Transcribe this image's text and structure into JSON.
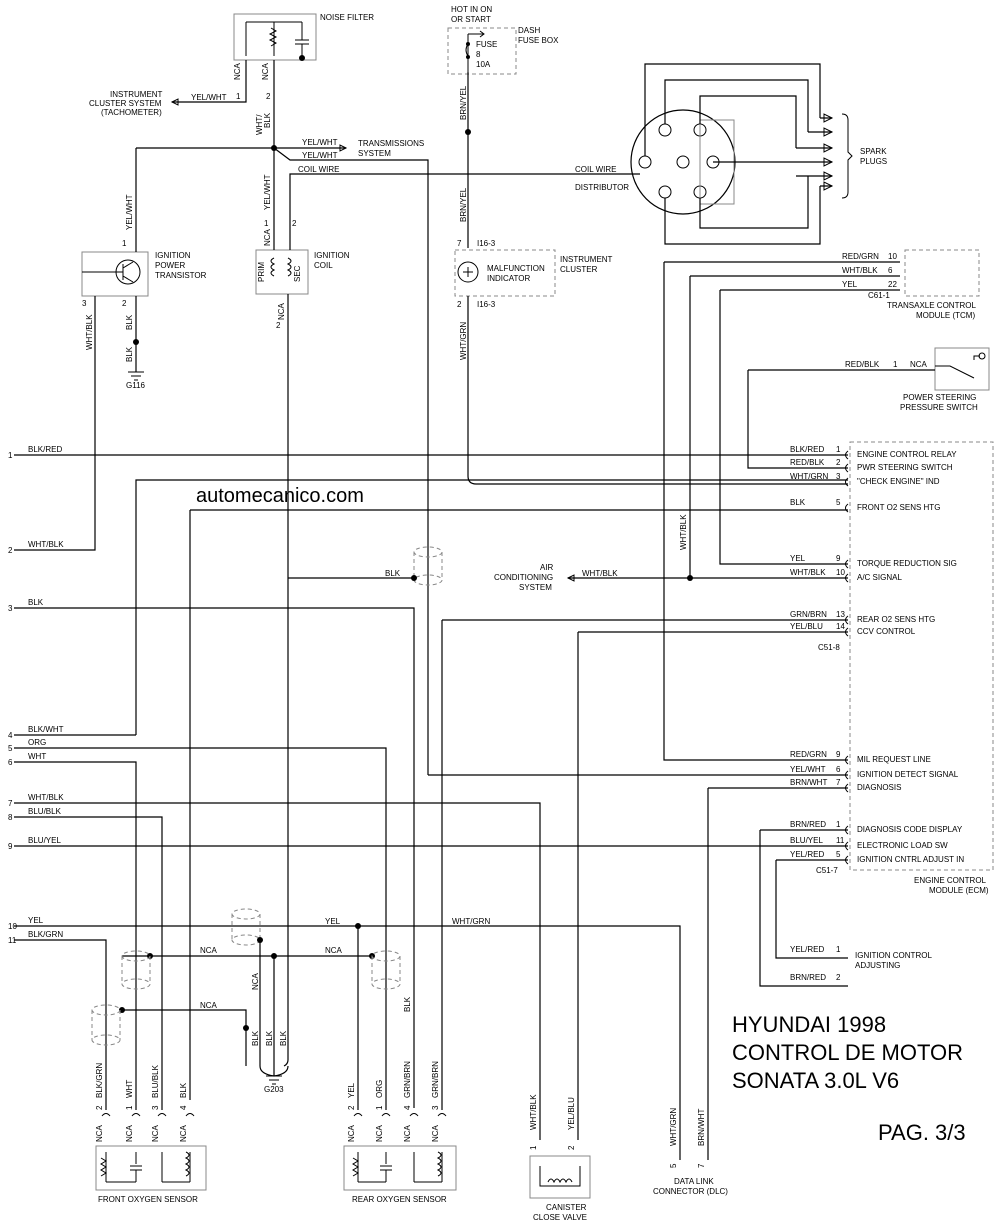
{
  "title": {
    "line1": "HYUNDAI 1998",
    "line2": "CONTROL DE MOTOR",
    "line3": "SONATA 3.0L V6",
    "page": "PAG. 3/3",
    "watermark": "automecanico.com"
  },
  "components": {
    "noise_filter": "NOISE FILTER",
    "hot_in_on_1": "HOT IN ON",
    "hot_in_on_2": "OR START",
    "dash_fuse_box_1": "DASH",
    "dash_fuse_box_2": "FUSE BOX",
    "fuse_label": "FUSE",
    "fuse_num": "8",
    "fuse_amp": "10A",
    "instrument_cluster_system_1": "INSTRUMENT",
    "instrument_cluster_system_2": "CLUSTER SYSTEM",
    "instrument_cluster_system_3": "(TACHOMETER)",
    "transmissions_system_1": "TRANSMISSIONS",
    "transmissions_system_2": "SYSTEM",
    "coil_wire": "COIL WIRE",
    "distributor": "DISTRIBUTOR",
    "spark_plugs_1": "SPARK",
    "spark_plugs_2": "PLUGS",
    "ignition_power_transistor_1": "IGNITION",
    "ignition_power_transistor_2": "POWER",
    "ignition_power_transistor_3": "TRANSISTOR",
    "ignition_coil_1": "IGNITION",
    "ignition_coil_2": "COIL",
    "prim": "PRIM",
    "sec": "SEC",
    "malfunction_indicator_1": "MALFUNCTION",
    "malfunction_indicator_2": "INDICATOR",
    "instrument_cluster_1": "INSTRUMENT",
    "instrument_cluster_2": "CLUSTER",
    "connector_i16_top": "I16-3",
    "connector_i16_bot": "I16-3",
    "g116": "G116",
    "g203": "G203",
    "tcm_connector": "C61-1",
    "tcm_1": "TRANSAXLE CONTROL",
    "tcm_2": "MODULE (TCM)",
    "ps_switch_1": "POWER STEERING",
    "ps_switch_2": "PRESSURE SWITCH",
    "ac_system_1": "AIR",
    "ac_system_2": "CONDITIONING",
    "ac_system_3": "SYSTEM",
    "ecm_1": "ENGINE CONTROL",
    "ecm_2": "MODULE (ECM)",
    "c51_8": "C51-8",
    "c51_7": "C51-7",
    "ignition_control_adjusting_1": "IGNITION CONTROL",
    "ignition_control_adjusting_2": "ADJUSTING",
    "front_o2": "FRONT OXYGEN SENSOR",
    "rear_o2": "REAR OXYGEN SENSOR",
    "canister_1": "CANISTER",
    "canister_2": "CLOSE VALVE",
    "dlc_1": "DATA LINK",
    "dlc_2": "CONNECTOR (DLC)"
  },
  "tcm_pins": [
    {
      "wire": "RED/GRN",
      "pin": "10"
    },
    {
      "wire": "WHT/BLK",
      "pin": "6"
    },
    {
      "wire": "YEL",
      "pin": "22"
    }
  ],
  "ps_switch_pin": {
    "wire": "RED/BLK",
    "pin": "1",
    "nca": "NCA"
  },
  "ecm_pins": [
    {
      "wire": "BLK/RED",
      "pin": "1",
      "signal": "ENGINE CONTROL RELAY"
    },
    {
      "wire": "RED/BLK",
      "pin": "2",
      "signal": "PWR STEERING SWITCH"
    },
    {
      "wire": "WHT/GRN",
      "pin": "3",
      "signal": "\"CHECK ENGINE\" IND"
    },
    {
      "wire": "BLK",
      "pin": "5",
      "signal": "FRONT O2 SENS HTG"
    },
    {
      "wire": "YEL",
      "pin": "9",
      "signal": "TORQUE REDUCTION SIG"
    },
    {
      "wire": "WHT/BLK",
      "pin": "10",
      "signal": "A/C SIGNAL"
    },
    {
      "wire": "GRN/BRN",
      "pin": "13",
      "signal": "REAR O2 SENS HTG"
    },
    {
      "wire": "YEL/BLU",
      "pin": "14",
      "signal": "CCV CONTROL"
    },
    {
      "wire": "RED/GRN",
      "pin": "9",
      "signal": "MIL REQUEST LINE"
    },
    {
      "wire": "YEL/WHT",
      "pin": "6",
      "signal": "IGNITION DETECT SIGNAL"
    },
    {
      "wire": "BRN/WHT",
      "pin": "7",
      "signal": "DIAGNOSIS"
    },
    {
      "wire": "BRN/RED",
      "pin": "1",
      "signal": "DIAGNOSIS CODE DISPLAY"
    },
    {
      "wire": "BLU/YEL",
      "pin": "11",
      "signal": "ELECTRONIC LOAD SW"
    },
    {
      "wire": "YEL/RED",
      "pin": "5",
      "signal": "IGNITION CNTRL ADJUST IN"
    }
  ],
  "left_pins": [
    {
      "num": "1",
      "wire": "BLK/RED"
    },
    {
      "num": "2",
      "wire": "WHT/BLK"
    },
    {
      "num": "3",
      "wire": "BLK"
    },
    {
      "num": "4",
      "wire": "BLK/WHT"
    },
    {
      "num": "5",
      "wire": "ORG"
    },
    {
      "num": "6",
      "wire": "WHT"
    },
    {
      "num": "7",
      "wire": "WHT/BLK"
    },
    {
      "num": "8",
      "wire": "BLU/BLK"
    },
    {
      "num": "9",
      "wire": "BLU/YEL"
    },
    {
      "num": "10",
      "wire": "YEL"
    },
    {
      "num": "11",
      "wire": "BLK/GRN"
    }
  ],
  "adjust_pins": [
    {
      "wire": "YEL/RED",
      "pin": "1"
    },
    {
      "wire": "BRN/RED",
      "pin": "2"
    }
  ],
  "front_o2_pins": [
    {
      "pin": "2",
      "wire": "BLK/GRN",
      "nca": "NCA"
    },
    {
      "pin": "1",
      "wire": "WHT",
      "nca": "NCA"
    },
    {
      "pin": "3",
      "wire": "BLU/BLK",
      "nca": "NCA"
    },
    {
      "pin": "4",
      "wire": "BLK",
      "nca": "NCA"
    }
  ],
  "rear_o2_pins": [
    {
      "pin": "2",
      "wire": "YEL",
      "nca": "NCA"
    },
    {
      "pin": "1",
      "wire": "ORG",
      "nca": "NCA"
    },
    {
      "pin": "4",
      "wire": "GRN/BRN",
      "nca": "NCA"
    },
    {
      "pin": "3",
      "wire": "GRN/BRN",
      "nca": "NCA"
    }
  ],
  "canister_pins": [
    {
      "pin": "1",
      "wire": "WHT/BLK"
    },
    {
      "pin": "2",
      "wire": "YEL/BLU"
    }
  ],
  "dlc_pins": [
    {
      "pin": "5",
      "wire": "WHT/GRN"
    },
    {
      "pin": "7",
      "wire": "BRN/WHT"
    }
  ],
  "wire_labels": {
    "yel_wht_tach": "YEL/WHT",
    "yel_wht_trans1": "YEL/WHT",
    "yel_wht_trans2": "YEL/WHT",
    "nca_nf1": "NCA",
    "nca_nf2": "NCA",
    "pin_nf1": "1",
    "pin_nf2": "2",
    "wht_blk_main_1": "WHT/",
    "wht_blk_main_2": "BLK",
    "yel_wht_transistor": "YEL/WHT",
    "yel_wht_coil": "YEL/WHT",
    "pin_tr1": "1",
    "pin_tr2": "2",
    "pin_tr3": "3",
    "blk_g116a": "BLK",
    "blk_g116b": "BLK",
    "wht_blk_tr3": "WHT/BLK",
    "nca_coil1": "NCA",
    "nca_coil2": "NCA",
    "pin_coil1": "1",
    "pin_coil2": "2",
    "pin_coil3": "2",
    "brn_yel_1": "BRN/YEL",
    "brn_yel_2": "BRN/YEL",
    "pin_ic7": "7",
    "pin_ic2": "2",
    "wht_grn_ic": "WHT/GRN",
    "wht_blk_ac_vert": "WHT/BLK",
    "wht_blk_ac": "WHT/BLK",
    "blk_shield": "BLK",
    "yel_mid": "YEL",
    "wht_grn_mid": "WHT/GRN",
    "nca_a": "NCA",
    "nca_b": "NCA",
    "nca_c": "NCA",
    "nca_vert": "NCA",
    "blk_vert": "BLK",
    "blk_g203a": "BLK",
    "blk_g203b": "BLK",
    "blk_g203c": "BLK"
  }
}
